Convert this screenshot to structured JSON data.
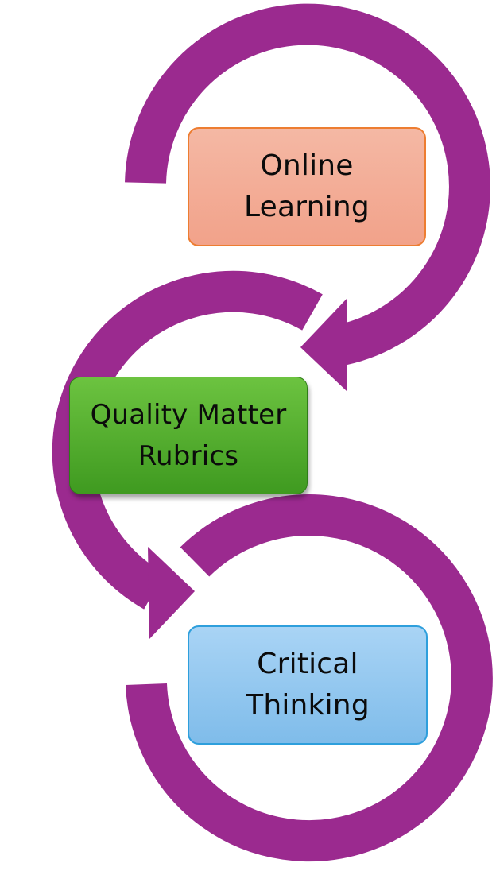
{
  "colors": {
    "arrow": "#9b2a8f",
    "online_fill": "#f2a88f",
    "online_border": "#ed7d31",
    "quality_fill": "#4ea82a",
    "critical_fill": "#92c8ef",
    "critical_border": "#2e9fdc"
  },
  "nodes": [
    {
      "line1": "Online",
      "line2": "Learning"
    },
    {
      "line1": "Quality Matter",
      "line2": "Rubrics"
    },
    {
      "line1": "Critical",
      "line2": "Thinking"
    }
  ],
  "icons": [
    "circular-arrow-icon",
    "circular-arrow-icon",
    "circular-arrow-icon"
  ]
}
